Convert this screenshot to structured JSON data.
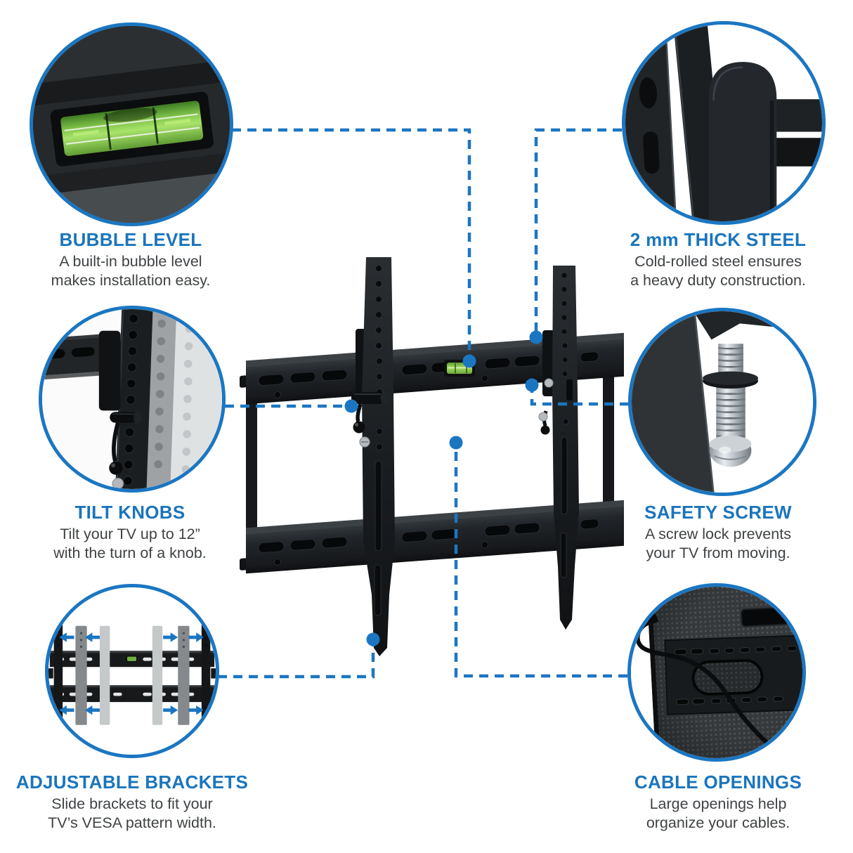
{
  "colors": {
    "accent_blue": "#1b76c2",
    "title_blue": "#1b75bc",
    "body_text": "#3f4244",
    "level_green": "#8cc63f",
    "steel_black": "#1d2023"
  },
  "features": [
    {
      "id": "bubble-level",
      "title": "BUBBLE LEVEL",
      "line1": "A built-in bubble level",
      "line2": "makes installation easy.",
      "position": "top-left"
    },
    {
      "id": "thick-steel",
      "title": "2 mm THICK STEEL",
      "line1": "Cold-rolled steel ensures",
      "line2": "a heavy duty construction.",
      "position": "top-right"
    },
    {
      "id": "tilt-knobs",
      "title": "TILT KNOBS",
      "line1": "Tilt your TV up to 12”",
      "line2": "with the turn of a knob.",
      "position": "middle-left"
    },
    {
      "id": "safety-screw",
      "title": "SAFETY SCREW",
      "line1": "A screw lock prevents",
      "line2": "your TV from moving.",
      "position": "middle-right"
    },
    {
      "id": "adjustable-brackets",
      "title": "ADJUSTABLE BRACKETS",
      "line1": "Slide brackets to fit your",
      "line2": "TV’s VESA pattern width.",
      "position": "bottom-left"
    },
    {
      "id": "cable-openings",
      "title": "CABLE OPENINGS",
      "line1": "Large openings help",
      "line2": "organize your cables.",
      "position": "bottom-right"
    }
  ]
}
